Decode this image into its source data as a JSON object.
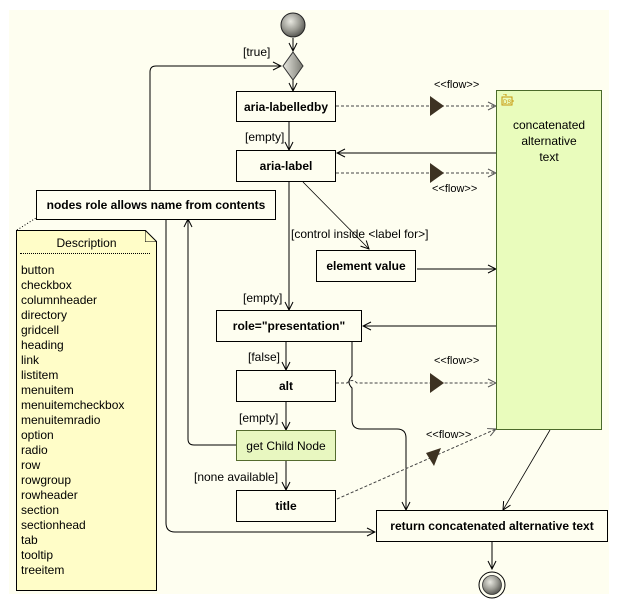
{
  "diagram": {
    "type": "UML activity diagram",
    "nodes": {
      "start": {
        "kind": "initial-node"
      },
      "decision": {
        "kind": "decision-node"
      },
      "aria_labelledby": {
        "label": "aria-labelledby"
      },
      "aria_label": {
        "label": "aria-label"
      },
      "nodes_role": {
        "label": "nodes role allows name from contents"
      },
      "element_value": {
        "label": "element value"
      },
      "role_presentation": {
        "label": "role=\"presentation\""
      },
      "alt": {
        "label": "alt"
      },
      "get_child_node": {
        "label": "get Child Node"
      },
      "title": {
        "label": "title"
      },
      "return_text": {
        "label": "return concatenated alternative text"
      },
      "end": {
        "kind": "final-node"
      }
    },
    "datastore": {
      "label": "concatenated alternative text",
      "icon": "datastore-icon",
      "icon_text": "DS"
    },
    "guards": {
      "true": "[true]",
      "empty1": "[empty]",
      "control_inside": "[control inside <label for>]",
      "empty2": "[empty]",
      "false": "[false]",
      "empty3": "[empty]",
      "none_available": "[none available]"
    },
    "flow_labels": {
      "flow1": "<<flow>>",
      "flow2": "<<flow>>",
      "flow3": "<<flow>>",
      "flow4": "<<flow>>"
    },
    "note": {
      "header": "Description",
      "items": [
        "button",
        "checkbox",
        "columnheader",
        "directory",
        "gridcell",
        "heading",
        "link",
        "listitem",
        "menuitem",
        "menuitemcheckbox",
        "menuitemradio",
        "option",
        "radio",
        "row",
        "rowgroup",
        "rowheader",
        "section",
        "sectionhead",
        "tab",
        "tooltip",
        "treeitem"
      ]
    },
    "colors": {
      "background": "#fefef0",
      "activity_green": "#e8f7c0",
      "datastore_green": "#e9fcbc",
      "note_yellow": "#fffdc8",
      "flow_arrow": "#3d3222"
    }
  }
}
